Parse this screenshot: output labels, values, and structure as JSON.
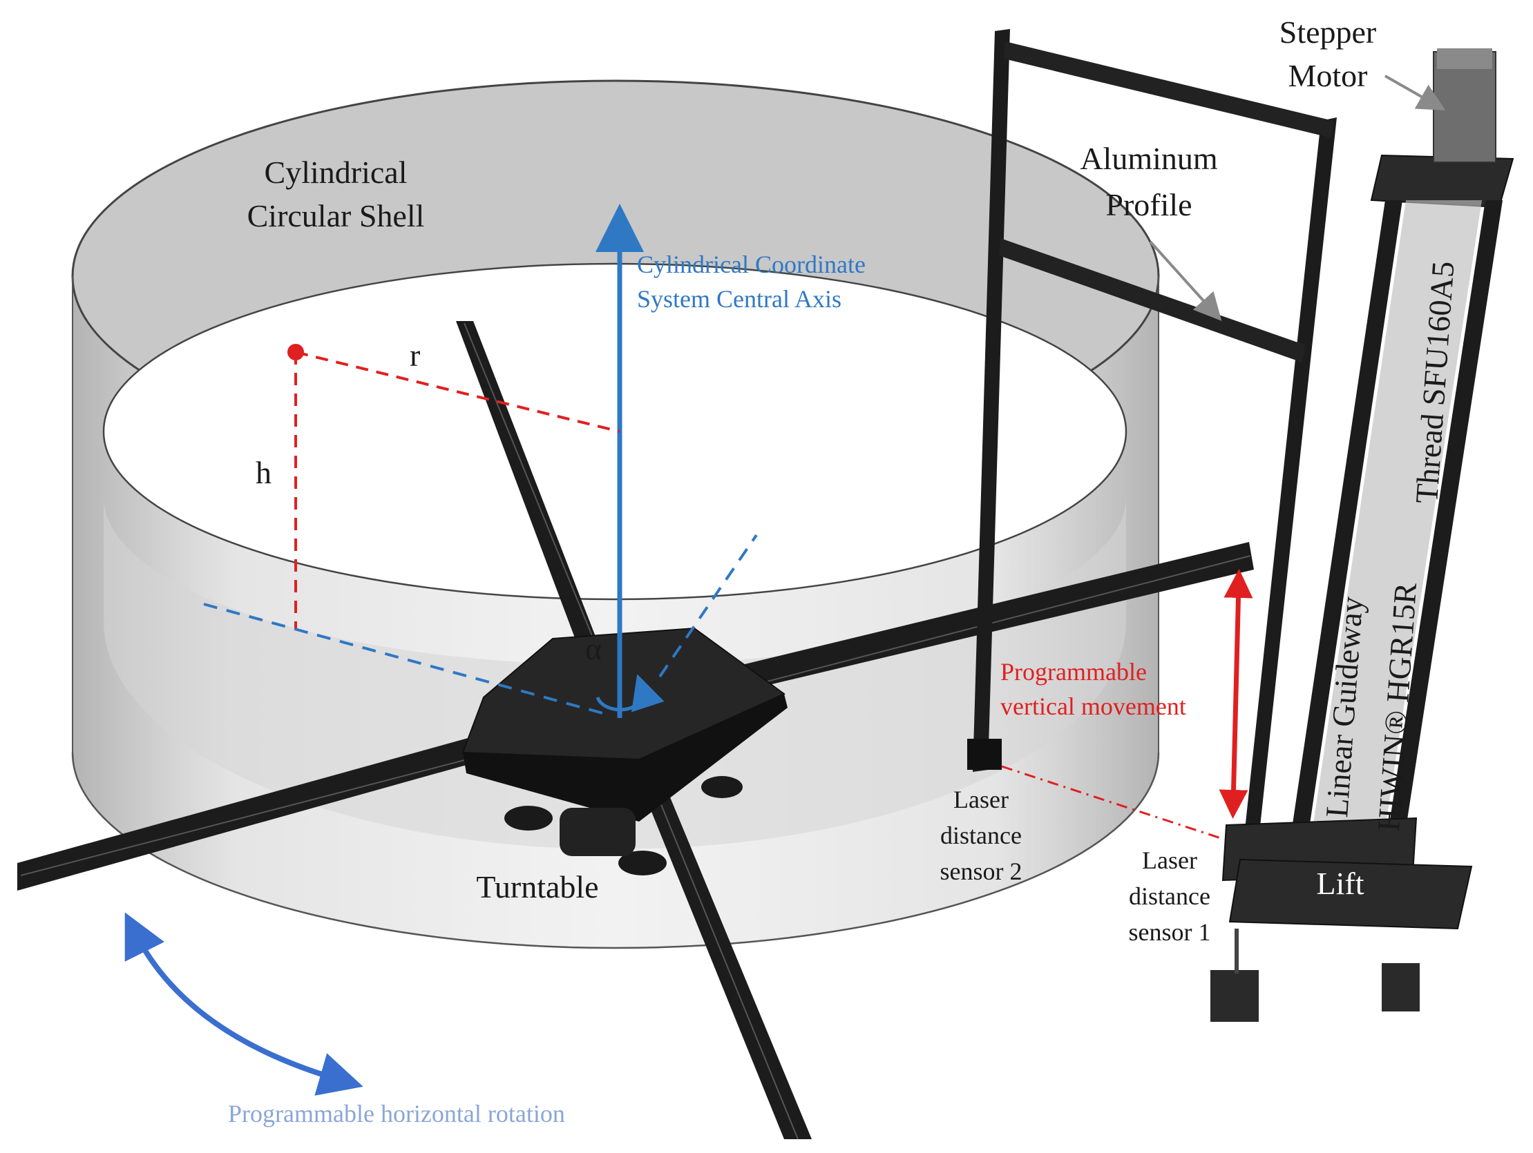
{
  "labels": {
    "shell_line1": "Cylindrical",
    "shell_line2": "Circular  Shell",
    "axis_line1": "Cylindrical Coordinate",
    "axis_line2": "System Central Axis",
    "r": "r",
    "h": "h",
    "alpha": "α",
    "turntable": "Turntable",
    "horizontal_rotation": "Programmable horizontal rotation",
    "vertical_line1": "Programmable",
    "vertical_line2": "vertical movement",
    "aluminum_line1": "Aluminum",
    "aluminum_line2": "Profile",
    "stepper_line1": "Stepper",
    "stepper_line2": "Motor",
    "thread": "Thread SFU160A5",
    "guideway_line1": "Linear Guideway",
    "guideway_line2": "HIWIN® HGR15R",
    "lift": "Lift",
    "sensor2_line1": "Laser",
    "sensor2_line2": "distance",
    "sensor2_line3": "sensor 2",
    "sensor1_line1": "Laser",
    "sensor1_line2": "distance",
    "sensor1_line3": "sensor 1"
  },
  "colors": {
    "axis_blue": "#2f78c4",
    "rotation_blue": "#3a6fd0",
    "rotation_text": "#8aa6d8",
    "marker_red": "#e02020",
    "structure_black": "#1a1a1a",
    "shell_fill": "#cfcfcf"
  }
}
